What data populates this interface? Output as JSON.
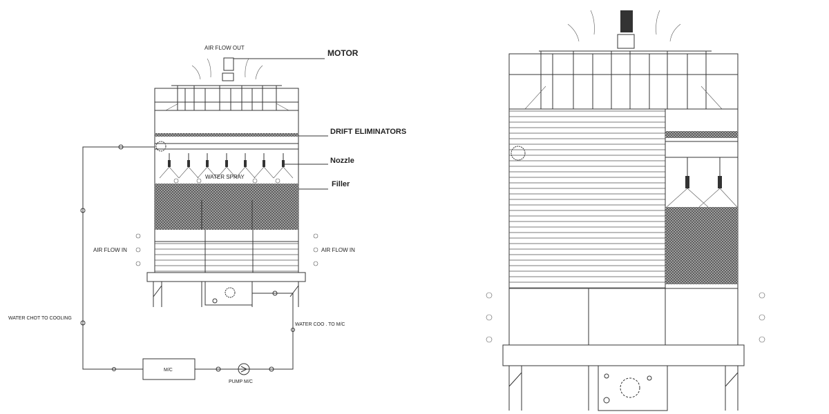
{
  "labels": {
    "air_flow_out": "AIR FLOW OUT",
    "motor": "MOTOR",
    "drift_eliminators": "DRIFT ELIMINATORS",
    "nozzle": "Nozzle",
    "water_spray": "WATER SPRAY",
    "filler": "Filler",
    "air_flow_in_left": "AIR FLOW IN",
    "air_flow_in_right": "AIR FLOW IN",
    "water_hot_to_cooling": "WATER CHOT  TO COOLING",
    "water_cool_to_mc": "WATER COO .  TO M/C",
    "mc_box": "M/C",
    "pump": "PUMP M/C"
  },
  "colors": {
    "line": "#333333",
    "fill_hatch": "#555555",
    "background": "#ffffff"
  }
}
